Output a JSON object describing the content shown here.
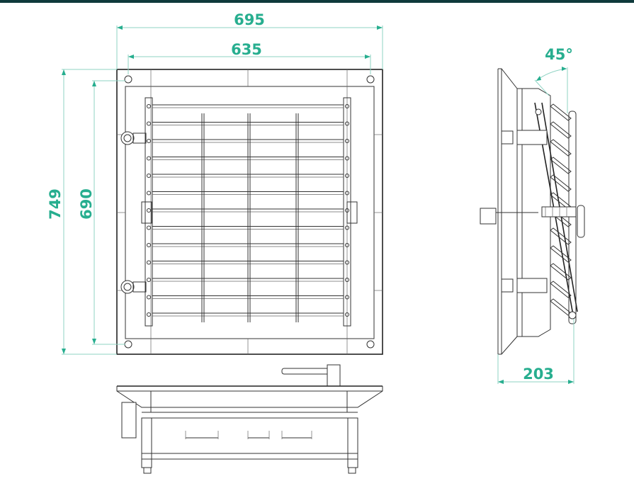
{
  "drawing": {
    "dimensions": {
      "overall_width": "695",
      "inner_width": "635",
      "overall_height": "749",
      "inner_height": "690",
      "depth": "203",
      "blade_angle": "45°"
    },
    "colors": {
      "dimension": "#27ae8f",
      "lines": "#333333",
      "top_bar": "#0f3a3c"
    }
  }
}
